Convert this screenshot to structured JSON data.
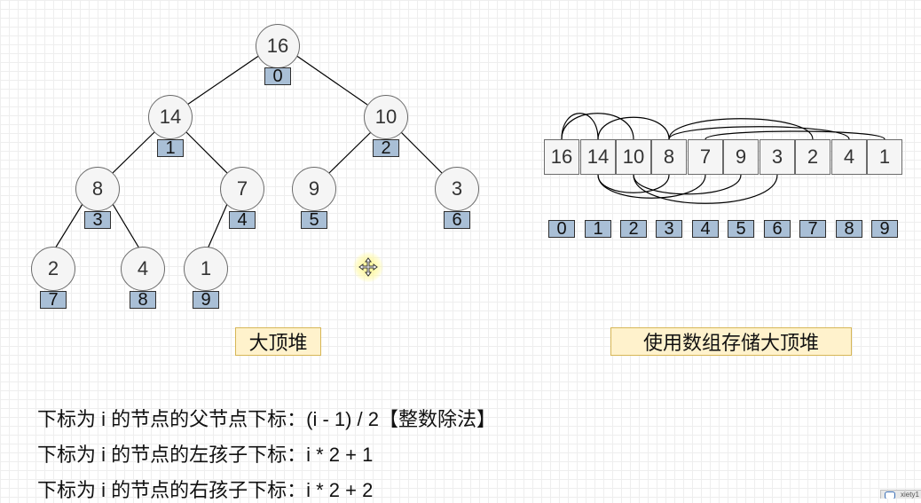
{
  "tree": {
    "nodes": [
      {
        "value": "16",
        "index": "0"
      },
      {
        "value": "14",
        "index": "1"
      },
      {
        "value": "10",
        "index": "2"
      },
      {
        "value": "8",
        "index": "3"
      },
      {
        "value": "7",
        "index": "4"
      },
      {
        "value": "9",
        "index": "5"
      },
      {
        "value": "3",
        "index": "6"
      },
      {
        "value": "2",
        "index": "7"
      },
      {
        "value": "4",
        "index": "8"
      },
      {
        "value": "1",
        "index": "9"
      }
    ],
    "caption": "大顶堆"
  },
  "array": {
    "values": [
      "16",
      "14",
      "10",
      "8",
      "7",
      "9",
      "3",
      "2",
      "4",
      "1"
    ],
    "indices": [
      "0",
      "1",
      "2",
      "3",
      "4",
      "5",
      "6",
      "7",
      "8",
      "9"
    ],
    "caption": "使用数组存储大顶堆"
  },
  "formulas": {
    "parent": "下标为 i 的节点的父节点下标：(i - 1) / 2【整数除法】",
    "left": "下标为 i 的节点的左孩子下标：i * 2 + 1",
    "right": "下标为 i 的节点的右孩子下标：i * 2 + 2"
  },
  "colors": {
    "node_fill": "#f5f5f5",
    "index_fill": "#a9bfd6",
    "caption_fill": "#fff2cc",
    "caption_border": "#d6b656"
  },
  "icons": {
    "cursor": "move-cursor-icon",
    "corner": "window-icon"
  },
  "corner_widget": {
    "text": "xiety1"
  }
}
